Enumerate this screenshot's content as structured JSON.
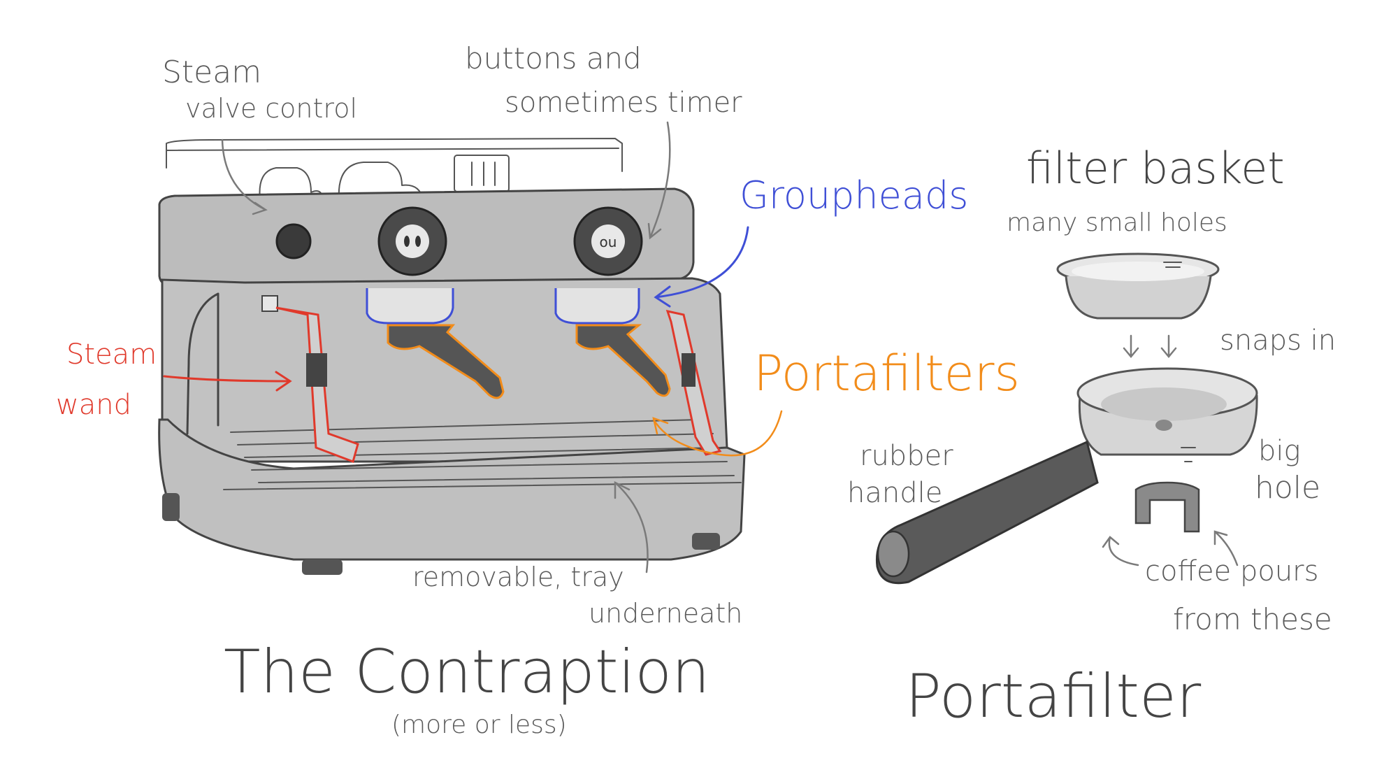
{
  "labels": {
    "steam_valve_control": [
      "Steam",
      "valve control"
    ],
    "buttons_timer": [
      "buttons and",
      "sometimes timer"
    ],
    "groupheads": "Groupheads",
    "portafilters": "Portafilters",
    "steam_wand": [
      "Steam",
      "wand"
    ],
    "removable_tray": [
      "removable, tray",
      "underneath"
    ],
    "contraption_title": "The Contraption",
    "contraption_subtitle": "(more or less)",
    "filter_basket": "filter basket",
    "many_small_holes": "many small holes",
    "snaps_in": "snaps in",
    "rubber_handle": [
      "rubber",
      "handle"
    ],
    "big_hole": [
      "big",
      "hole"
    ],
    "coffee_pours": [
      "coffee pours",
      "from these"
    ],
    "portafilter_title": "Portafilter"
  },
  "colors": {
    "machine_fill": "#b9b9b9",
    "machine_dark": "#8e8e8e",
    "outline": "#444444",
    "label_gray": "#5a5a5a",
    "groupheads_blue": "#3f4fd6",
    "portafilters_orange": "#f28c1a",
    "steam_wand_red": "#e0392b"
  }
}
